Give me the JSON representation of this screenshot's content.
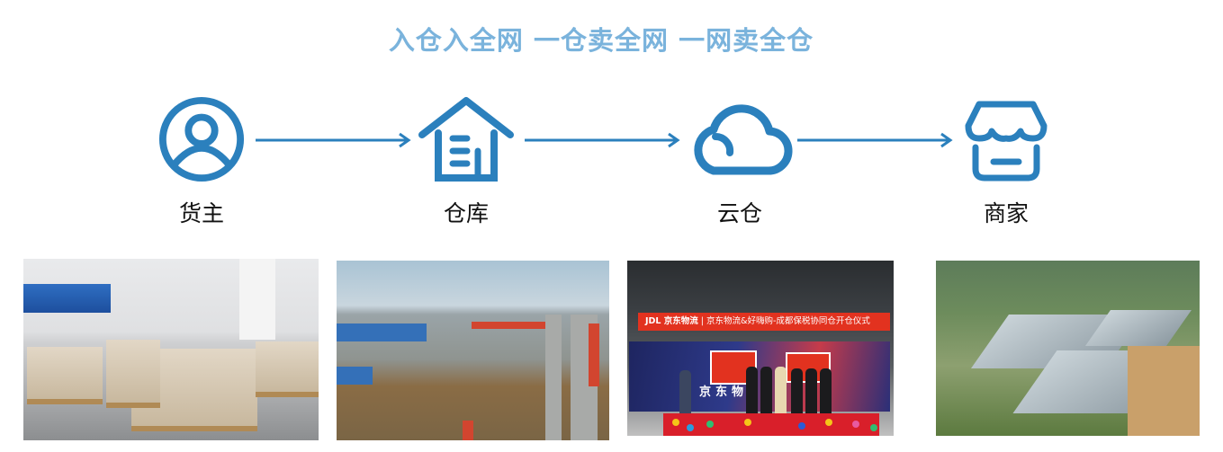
{
  "title": "入仓入全网 一仓卖全网 一网卖全仓",
  "colors": {
    "title": "#7ab3dc",
    "icon": "#2b80bd",
    "label": "#111111"
  },
  "flow": {
    "nodes": [
      {
        "label": "货主",
        "icon": "user-circle-icon"
      },
      {
        "label": "仓库",
        "icon": "warehouse-house-icon"
      },
      {
        "label": "云仓",
        "icon": "cloud-icon"
      },
      {
        "label": "商家",
        "icon": "storefront-icon"
      }
    ],
    "arrows": [
      "货主→仓库",
      "仓库→云仓",
      "云仓→商家"
    ]
  },
  "photos": [
    {
      "subject": "warehouse-pallets-photo"
    },
    {
      "subject": "rail-container-yard-photo"
    },
    {
      "subject": "opening-ceremony-photo",
      "banner_logo": "JDL 京东物流",
      "banner_text": "京东物流&好嗨购-成都保税协同仓开仓仪式",
      "backdrop_text": "京东物"
    },
    {
      "subject": "aerial-warehouse-park-photo"
    }
  ]
}
